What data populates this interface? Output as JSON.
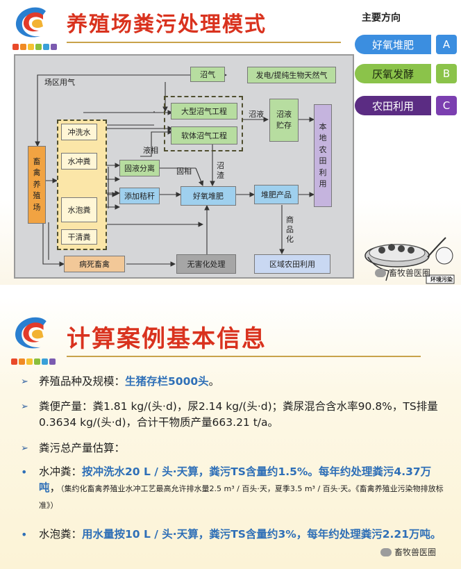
{
  "slide1": {
    "title": "养殖场粪污处理模式",
    "directions_heading": "主要方向",
    "directions": [
      {
        "label": "好氧堆肥",
        "tag": "A",
        "color": "#3b8ee0",
        "tag_color": "#3b8ee0"
      },
      {
        "label": "厌氧发酵",
        "tag": "B",
        "color": "#8bc34a",
        "tag_color": "#8bc34a"
      },
      {
        "label": "农田利用",
        "tag": "C",
        "color": "#5b2c83",
        "tag_color": "#7b3fb0"
      }
    ],
    "diagram": {
      "farm": "畜禽养殖场",
      "cleaning": [
        "冲洗水",
        "水冲粪",
        "水泡粪",
        "干清粪"
      ],
      "solid_liquid": "固液分离",
      "straw": "添加秸秆",
      "biogas": "沼气",
      "power": "发电/提纯生物天然气",
      "large_biogas": "大型沼气工程",
      "small_biogas": "软体沼气工程",
      "slurry_store": "沼液贮存",
      "field": "本地农田利用",
      "compost": "好氧堆肥",
      "compost_product": "堆肥产品",
      "regional_field": "区域农田利用",
      "dead": "病死畜禽",
      "harmless": "无害化处理",
      "lbl_site_gas": "场区用气",
      "lbl_liquid": "液相",
      "lbl_solid": "固相",
      "lbl_slurry": "沼液",
      "lbl_residue": "沼渣",
      "lbl_commercial": "商品化"
    },
    "illustration_caption": "环境污染",
    "watermark": "畜牧兽医圈"
  },
  "slide2": {
    "title": "计算案例基本信息",
    "bullets": [
      {
        "marker": "➢",
        "parts": [
          {
            "t": "养殖品种及规模：",
            "c": ""
          },
          {
            "t": "生猪存栏5000头",
            "c": "blue"
          },
          {
            "t": "。",
            "c": ""
          }
        ]
      },
      {
        "marker": "➢",
        "parts": [
          {
            "t": "粪便产量：粪1.81 kg/(头·d)，尿2.14 kg/(头·d)；粪尿混合含水率90.8%，TS排量0.3634 kg/(头·d)，合计干物质产量663.21 t/a。",
            "c": ""
          }
        ]
      },
      {
        "marker": "➢",
        "parts": [
          {
            "t": "粪污总产量估算：",
            "c": ""
          }
        ]
      },
      {
        "marker": "•",
        "parts": [
          {
            "t": "水冲粪：",
            "c": ""
          },
          {
            "t": "按冲洗水20 L / 头·天算，粪污TS含量约1.5%。每年约处理粪污4.37万吨",
            "c": "blue"
          },
          {
            "t": "，",
            "c": ""
          },
          {
            "t": "（集约化畜禽养殖业水冲工艺最高允许排水量2.5 m³ / 百头·天，夏季3.5 m³ / 百头·天。《畜禽养殖业污染物排放标准》）",
            "c": "note"
          }
        ]
      },
      {
        "marker": "•",
        "parts": [
          {
            "t": "水泡粪：",
            "c": ""
          },
          {
            "t": "用水量按10 L / 头·天算，粪污TS含量约3%，每年约处理粪污2.21万吨。",
            "c": "blue"
          }
        ]
      }
    ],
    "watermark": "畜牧兽医圈"
  }
}
